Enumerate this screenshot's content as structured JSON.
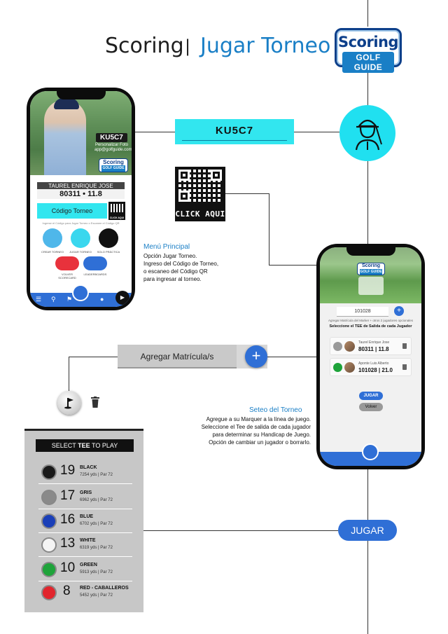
{
  "header": {
    "title_left": "Scoring",
    "separator": "|",
    "title_right": "Jugar Torneo",
    "logo_line1": "Scoring",
    "logo_line2": "GOLF GUIDE"
  },
  "phone_menu": {
    "code_tag": "KU5C7",
    "personalize_text": "Personalizar Foto app@golfguide.com.ar",
    "player_name": "TAUREL ENRIQUE JOSE",
    "player_score": "80311 • 11.8",
    "code_field": "Código Torneo",
    "qr_label": "CLICK AQUI",
    "helper_text": "Ingrese el Código para Jugar Torneo o Escanee el Código QR",
    "menu_items": [
      {
        "label": "CREAR TORNEO",
        "color": "#4fb7ea"
      },
      {
        "label": "JUGAR TORNEO",
        "color": "#3ad7ee"
      },
      {
        "label": "SOLO PRÁCTICA",
        "color": "#111111"
      }
    ],
    "menu_items_2": [
      {
        "label": "VOLVER SCORECARD",
        "color": "#e8323c"
      },
      {
        "label": "LEADERBOARDS",
        "color": "#2f6fd6"
      }
    ]
  },
  "code_box": {
    "value": "KU5C7"
  },
  "qr": {
    "label": "CLICK AQUI"
  },
  "caption_menu": {
    "heading": "Menú Principal",
    "lines": [
      "Opción Jugar Torneo.",
      "Ingreso del Código de Torneo,",
      "o escaneo del Código QR",
      "para ingresar al torneo."
    ]
  },
  "phone_setup": {
    "logo_line1": "Scoring",
    "logo_line2": "GOLF GUIDE",
    "matricula_value": "101028",
    "helper_text": "Agregar Matrícula del Marker + otros 2 jugadores opcionales",
    "tee_title": "Seleccione el TEE de Salida de cada Jugador",
    "players": [
      {
        "name": "Taurel Enrique Jose",
        "score": "80311 | 11.8",
        "tee_color": "#9a9a9a"
      },
      {
        "name": "Aponte Luis Alberto",
        "score": "101028 | 21.0",
        "tee_color": "#1ea33a"
      }
    ],
    "jugar_label": "JUGAR",
    "volver_label": "Volver"
  },
  "add_bar": {
    "value": "Agregar Matrícula/s",
    "plus": "+"
  },
  "caption_setup": {
    "heading": "Seteo del Torneo",
    "lines": [
      "Agregue a su Marquer a la línea de juego.",
      "Seleccione el Tee de salida de cada jugador",
      "para determinar su Handicap de Juego.",
      "Opción de cambiar un jugador o borrarlo."
    ]
  },
  "tee_panel": {
    "header_pre": "SELECT ",
    "header_bold": "TEE",
    "header_post": " TO PLAY",
    "tees": [
      {
        "num": "19",
        "name": "BLACK",
        "info": "7254 yds | Par 72",
        "color": "#1a1a1a"
      },
      {
        "num": "17",
        "name": "GRIS",
        "info": "6962 yds | Par 72",
        "color": "#8a8a8a"
      },
      {
        "num": "16",
        "name": "BLUE",
        "info": "6702 yds | Par 72",
        "color": "#1a3fb8"
      },
      {
        "num": "13",
        "name": "WHITE",
        "info": "6319 yds | Par 72",
        "color": "#f4f4f4"
      },
      {
        "num": "10",
        "name": "GREEN",
        "info": "5913 yds | Par 72",
        "color": "#1ea33a"
      },
      {
        "num": "8",
        "name": "RED - CABALLEROS",
        "info": "5452 yds | Par 72",
        "color": "#e1252d"
      }
    ]
  },
  "jugar_big": {
    "label": "JUGAR"
  }
}
